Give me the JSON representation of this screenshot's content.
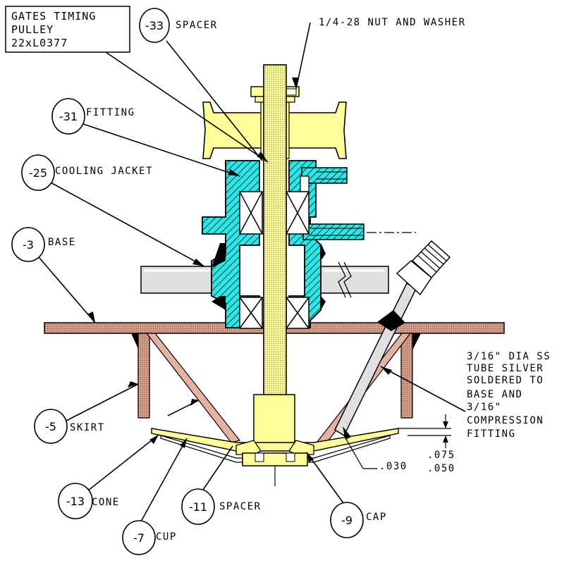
{
  "title_box": {
    "line1": "GATES TIMING",
    "line2": "PULLEY",
    "line3": "22xL0377"
  },
  "callouts": [
    {
      "id": "-33",
      "label": "SPACER"
    },
    {
      "id": "-31",
      "label": "FITTING"
    },
    {
      "id": "-25",
      "label": "COOLING JACKET"
    },
    {
      "id": "-3",
      "label": "BASE"
    },
    {
      "id": "-5",
      "label": "SKIRT"
    },
    {
      "id": "-13",
      "label": "CONE"
    },
    {
      "id": "-7",
      "label": "CUP"
    },
    {
      "id": "-11",
      "label": "SPACER"
    },
    {
      "id": "-9",
      "label": "CAP"
    }
  ],
  "notes": {
    "nut": "1/4-28 NUT AND WASHER",
    "tube": [
      "3/16\" DIA SS",
      "TUBE SILVER",
      "SOLDERED TO",
      "BASE AND",
      "3/16\"",
      "COMPRESSION",
      "FITTING"
    ],
    "dim_030": ".030",
    "dim_075": ".075",
    "dim_050": ".050"
  },
  "colors": {
    "yellow": "#fffe99",
    "cyan": "#2ee6e6",
    "base_brown": "#d49f8a",
    "skirt_pink": "#e6b3a3",
    "tube_gray": "#e0e0e0"
  }
}
